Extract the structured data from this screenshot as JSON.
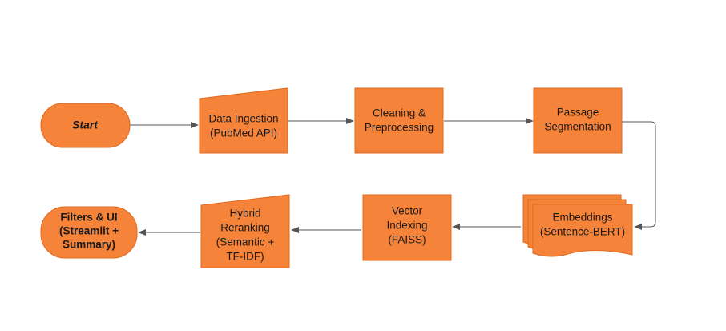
{
  "colors": {
    "node_fill": "#F5833A",
    "node_stroke": "#E06A1E",
    "edge": "#555555",
    "text": "#1a1a1a"
  },
  "nodes": {
    "start": {
      "label": "Start",
      "shape": "rounded-pill"
    },
    "ingestion": {
      "line1": "Data Ingestion",
      "line2": "(PubMed API)",
      "shape": "manual-input"
    },
    "cleaning": {
      "line1": "Cleaning &",
      "line2": "Preprocessing",
      "shape": "rectangle"
    },
    "segmentation": {
      "line1": "Passage",
      "line2": "Segmentation",
      "shape": "rectangle"
    },
    "embeddings": {
      "line1": "Embeddings",
      "line2": "(Sentence-BERT)",
      "shape": "multi-document"
    },
    "indexing": {
      "line1": "Vector",
      "line2": "Indexing",
      "line3": "(FAISS)",
      "shape": "rectangle"
    },
    "reranking": {
      "line1": "Hybrid",
      "line2": "Reranking",
      "line3": "(Semantic +",
      "line4": "TF-IDF)",
      "shape": "manual-input"
    },
    "ui": {
      "line1": "Filters & UI",
      "line2": "(Streamlit +",
      "line3": "Summary)",
      "shape": "rounded-pill"
    }
  },
  "edges": [
    {
      "from": "start",
      "to": "ingestion"
    },
    {
      "from": "ingestion",
      "to": "cleaning"
    },
    {
      "from": "cleaning",
      "to": "segmentation"
    },
    {
      "from": "segmentation",
      "to": "embeddings"
    },
    {
      "from": "embeddings",
      "to": "indexing"
    },
    {
      "from": "indexing",
      "to": "reranking"
    },
    {
      "from": "reranking",
      "to": "ui"
    }
  ]
}
